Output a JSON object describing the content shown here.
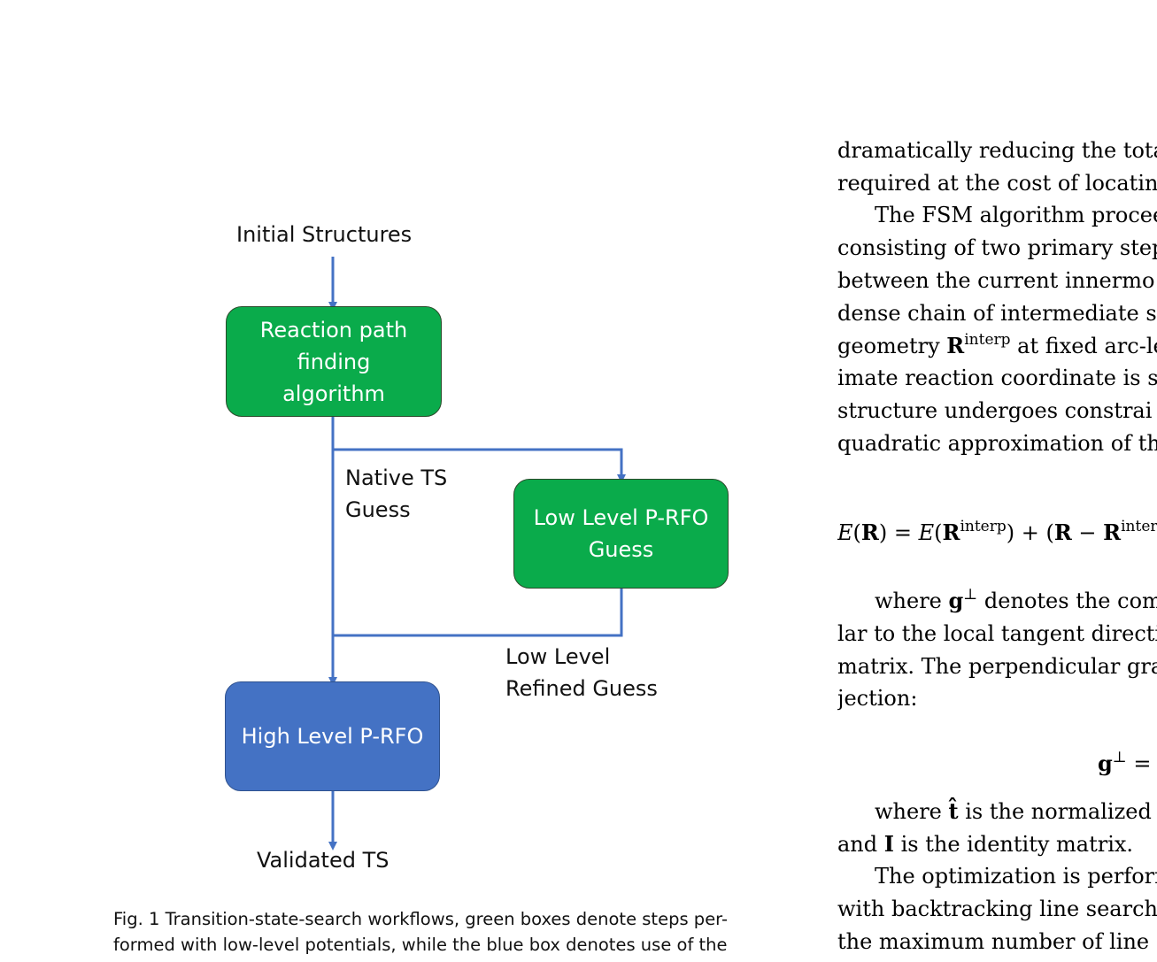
{
  "figure": {
    "labels": {
      "initial_structures": "Initial Structures",
      "native_ts_guess_line1": "Native TS",
      "native_ts_guess_line2": "Guess",
      "low_level_refined_line1": "Low Level",
      "low_level_refined_line2": "Refined Guess",
      "validated_ts": "Validated TS"
    },
    "boxes": {
      "reaction_path_line1": "Reaction path",
      "reaction_path_line2": "finding",
      "reaction_path_line3": "algorithm",
      "low_level_prfo_line1": "Low Level P-RFO",
      "low_level_prfo_line2": "Guess",
      "high_level_prfo": "High Level P-RFO"
    },
    "colors": {
      "green_box": "#0aab4b",
      "blue_box": "#4472c4",
      "arrow": "#4472c4"
    },
    "caption_line1": "Fig.  1 Transition-state-search workflows, green boxes denote steps per-",
    "caption_line2": "formed with low-level potentials, while the blue box denotes use of the"
  },
  "body_text": {
    "l1": "dramatically reducing the tota",
    "l2": "required at the cost of locating",
    "l3": "The FSM algorithm procee",
    "l4": "consisting of two primary steps",
    "l5": "between the current innermo",
    "l6": "dense chain of intermediate s",
    "l7_pre": "geometry ",
    "l7_sym": "R",
    "l7_sup": "interp",
    "l7_post": " at fixed arc-le",
    "l8": "imate reaction coordinate is s",
    "l9": "structure undergoes constrai",
    "l10": "quadratic approximation of the",
    "eq1_a": "E",
    "eq1_b": "(",
    "eq1_R": "R",
    "eq1_c": ") = ",
    "eq1_d": "E",
    "eq1_e": "(",
    "eq1_R2": "R",
    "eq1_sup1": "interp",
    "eq1_f": ") + (",
    "eq1_R3": "R",
    "eq1_g": " − ",
    "eq1_R4": "R",
    "eq1_sup2": "interp",
    "l11_pre": "where ",
    "l11_sym": "g",
    "l11_sup": "⊥",
    "l11_post": " denotes the comp",
    "l12": "lar to the local tangent directio",
    "l13": "matrix. The perpendicular grad",
    "l14": "jection:",
    "eq2_sym": "g",
    "eq2_sup": "⊥",
    "eq2_eq": " =",
    "l15_pre": "where ",
    "l15_sym": "t̂",
    "l15_post": " is the normalized t",
    "l16_pre": "and ",
    "l16_sym": "I",
    "l16_post": " is the identity matrix.",
    "l17": "The optimization is perform",
    "l18": "with backtracking line searche",
    "l19": "the maximum number of line"
  }
}
